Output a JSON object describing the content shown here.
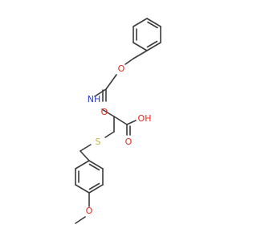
{
  "colors": {
    "bond": "#3b3b3b",
    "oxygen": "#e8281a",
    "nitrogen": "#2a3bd1",
    "sulfur": "#c7b23b",
    "hydrogen_on_n": "#2a3bd1"
  },
  "atoms": {
    "ester_o": "O",
    "carbonyl_o": "O",
    "nh": "NH",
    "s": "S",
    "oh": "OH",
    "acid_carbonyl_o": "O",
    "methoxy_o": "O"
  }
}
